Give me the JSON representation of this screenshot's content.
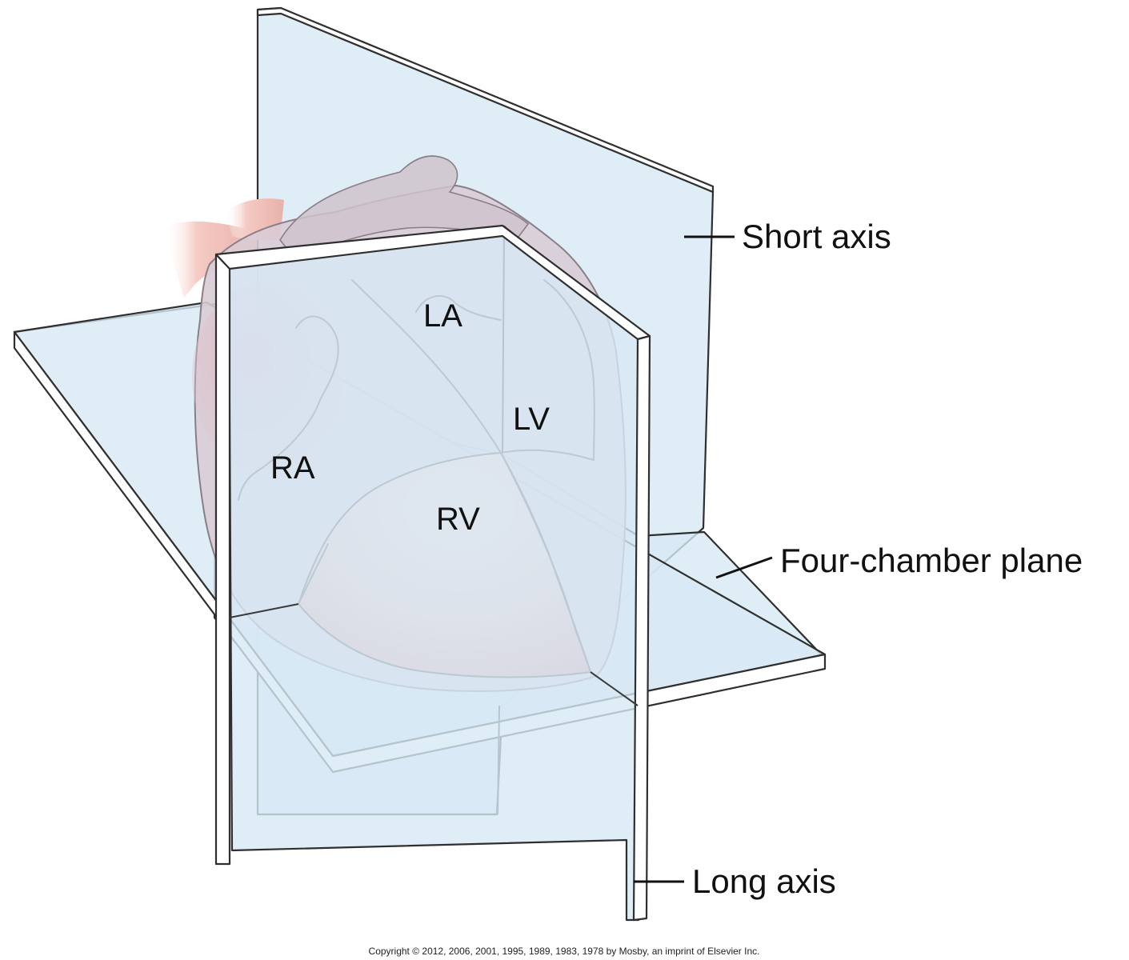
{
  "chambers": {
    "la": "LA",
    "lv": "LV",
    "ra": "RA",
    "rv": "RV"
  },
  "callouts": {
    "short_axis": "Short axis",
    "four_chamber_plane": "Four-chamber plane",
    "long_axis": "Long axis"
  },
  "copyright": "Copyright © 2012, 2006, 2001, 1995, 1989, 1983, 1978 by Mosby, an imprint of Elsevier Inc.",
  "colors": {
    "plane_fill": "#d7e8f5",
    "heart_fill": "#d8cbd4",
    "rv_fill": "#f0b7b3",
    "vessel_fill": "#f3c7c0",
    "outline": "#2f2f2f"
  }
}
